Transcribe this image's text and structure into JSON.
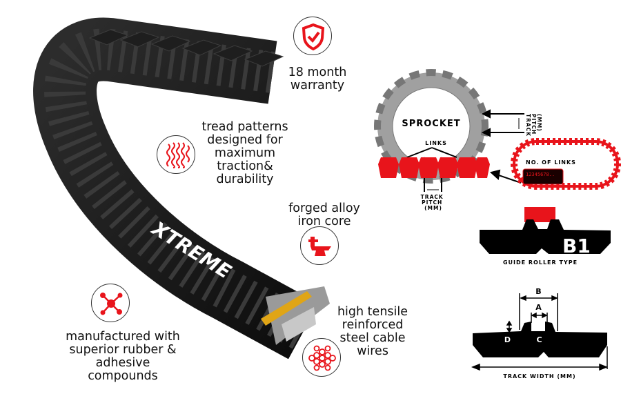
{
  "brand": {
    "logo_text": "XTREME"
  },
  "features": [
    {
      "id": "warranty",
      "lines": [
        "18 month",
        "warranty"
      ],
      "icon": "shield-check-icon"
    },
    {
      "id": "tread",
      "lines": [
        "tread patterns",
        "designed for",
        "maximum",
        "traction&",
        "durability"
      ],
      "icon": "wavy-lines-icon"
    },
    {
      "id": "core",
      "lines": [
        "forged alloy",
        "iron core"
      ],
      "icon": "anvil-icon"
    },
    {
      "id": "cable",
      "lines": [
        "high tensile",
        "reinforced",
        "steel cable",
        "wires"
      ],
      "icon": "cable-strands-icon"
    },
    {
      "id": "rubber",
      "lines": [
        "manufactured with",
        "superior rubber &",
        "adhesive",
        "compounds"
      ],
      "icon": "molecule-icon"
    }
  ],
  "sprocket_diagram": {
    "sprocket_label": "SPROCKET",
    "links_label": "LINKS",
    "track_pitch_label_side": [
      "TRACK",
      "PITCH",
      "(MM)"
    ],
    "track_pitch_label_bottom": [
      "TRACK",
      "PITCH",
      "(MM)"
    ],
    "no_of_links_label": "NO. OF LINKS",
    "link_numbers": "12345678.."
  },
  "guide_roller": {
    "type_code": "B1",
    "caption": "GUIDE ROLLER TYPE"
  },
  "track_dimensions": {
    "labels": [
      "A",
      "B",
      "C",
      "D"
    ],
    "width_caption": "TRACK WIDTH (MM)"
  },
  "colors": {
    "accent": "#e8141b",
    "rubber": "#141414",
    "sprocket": "#a0a0a0",
    "core": "#e0a516"
  }
}
